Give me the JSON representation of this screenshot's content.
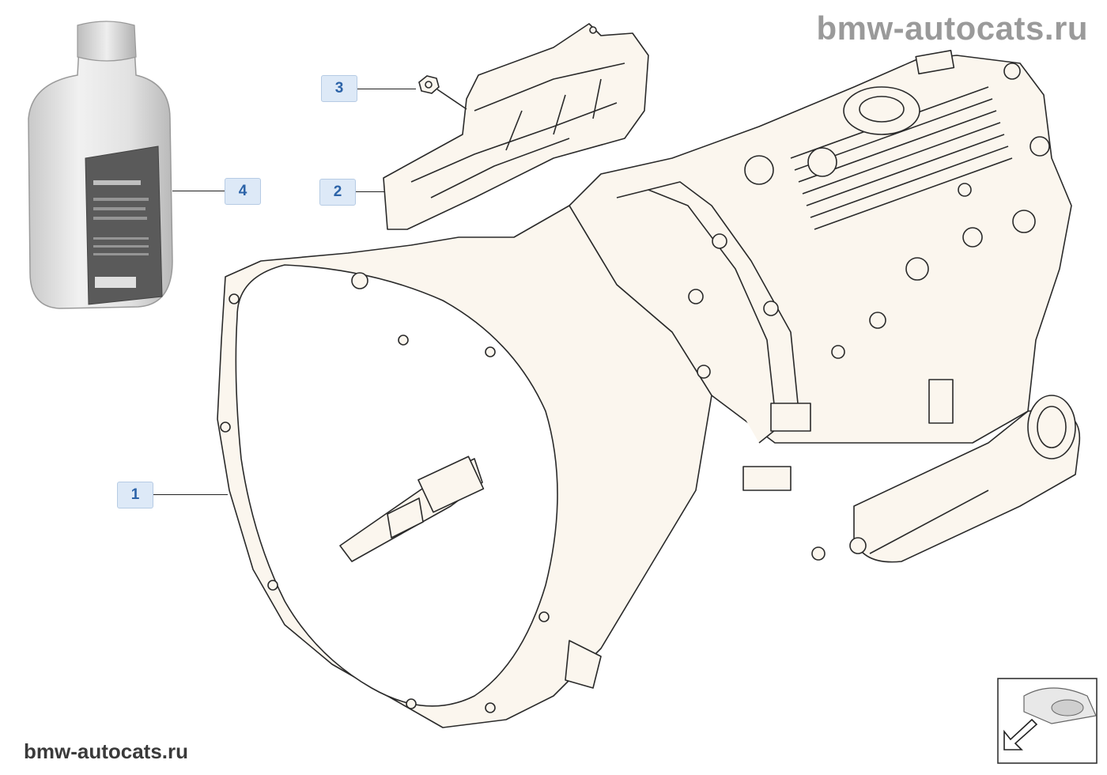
{
  "watermark": {
    "top": "bmw-autocats.ru",
    "bottom": "bmw-autocats.ru"
  },
  "callouts": [
    {
      "label": "1"
    },
    {
      "label": "2"
    },
    {
      "label": "3"
    },
    {
      "label": "4"
    }
  ],
  "colors": {
    "line": "#2a2a2a",
    "part_fill": "#fbf6ee",
    "callout_bg": "#dde9f7",
    "callout_text": "#2c63a8"
  }
}
